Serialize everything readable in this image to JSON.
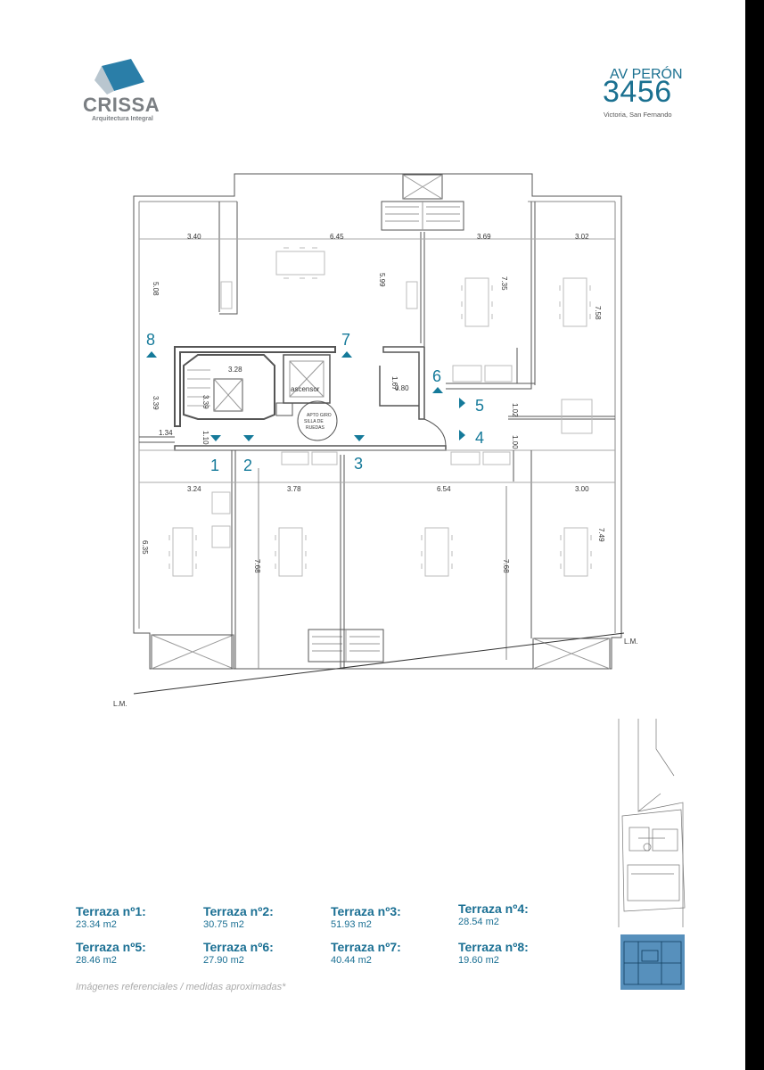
{
  "brand": {
    "name": "CRISSA",
    "tagline": "Arquitectura Integral",
    "color": "#2a7ea8"
  },
  "address": {
    "street": "AV PERÓN",
    "number": "3456",
    "city": "Victoria, San Fernando"
  },
  "plan": {
    "dimensions": [
      "3.40",
      "6.45",
      "3.69",
      "3.02",
      "5.08",
      "5.99",
      "7.35",
      "7.58",
      "3.39",
      "3.28",
      "3.39",
      "1.67",
      "0.80",
      "1.02",
      "1.00",
      "1.10",
      "1.34",
      "3.24",
      "3.78",
      "6.54",
      "3.00",
      "6.35",
      "7.68",
      "7.68",
      "7.49"
    ],
    "labels": {
      "elevator": "ascensor",
      "wheelchair": "APTO GIRO SILLA DE RUEDAS",
      "lm_left": "L.M.",
      "lm_right": "L.M."
    },
    "units": [
      "1",
      "2",
      "3",
      "4",
      "5",
      "6",
      "7",
      "8"
    ]
  },
  "terraces": [
    {
      "title": "Terraza nº1:",
      "area": "23.34 m2"
    },
    {
      "title": "Terraza nº2:",
      "area": "30.75 m2"
    },
    {
      "title": "Terraza nº3:",
      "area": "51.93 m2"
    },
    {
      "title": "Terraza nº4:",
      "area": "28.54 m2"
    },
    {
      "title": "Terraza nº5:",
      "area": "28.46 m2"
    },
    {
      "title": "Terraza nº6:",
      "area": "27.90 m2"
    },
    {
      "title": "Terraza nº7:",
      "area": "40.44 m2"
    },
    {
      "title": "Terraza nº8:",
      "area": "19.60 m2"
    }
  ],
  "disclaimer": "Imágenes referenciales / medidas aproximadas*",
  "colors": {
    "accent": "#1a6f93",
    "unit_marker": "#157a9a",
    "keymap_highlight": "#3a7db0"
  }
}
